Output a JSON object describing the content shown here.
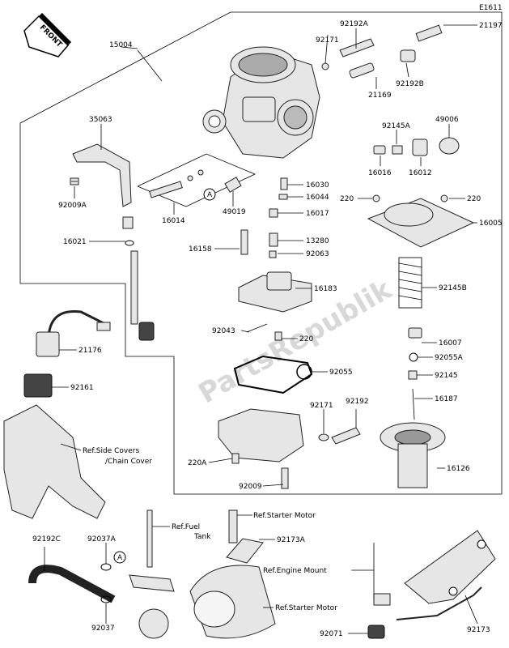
{
  "diagram_code": "E1611",
  "front_label": "FRONT",
  "watermark": "PartsRepublik",
  "callout_marker": "A",
  "labels": {
    "l15004": "15004",
    "l92171a": "92171",
    "l92192a": "92192A",
    "l21197": "21197",
    "l21169": "21169",
    "l92192b": "92192B",
    "l35063": "35063",
    "l92145a": "92145A",
    "l49006": "49006",
    "l16016": "16016",
    "l16012": "16012",
    "l92009a": "92009A",
    "l16030": "16030",
    "l16044": "16044",
    "l220a": "220",
    "l220b": "220",
    "l16014": "16014",
    "l49019": "49019",
    "l16017": "16017",
    "l16005": "16005",
    "l16021": "16021",
    "l13280": "13280",
    "l16158": "16158",
    "l92063": "92063",
    "l92145b": "92145B",
    "l16183": "16183",
    "l92043": "92043",
    "l220c": "220",
    "l16007": "16007",
    "l92055a": "92055A",
    "l21176": "21176",
    "l92055": "92055",
    "l92145": "92145",
    "l92161": "92161",
    "l16187": "16187",
    "l92171b": "92171",
    "l92192": "92192",
    "l_side": "Ref.Side Covers",
    "l_chain": "/Chain Cover",
    "l220A": "220A",
    "l16126": "16126",
    "l92009": "92009",
    "l92192c": "92192C",
    "l92037a": "92037A",
    "l_fuel1": "Ref.Fuel",
    "l_fuel2": "Tank",
    "l_starter1": "Ref.Starter Motor",
    "l92173a": "92173A",
    "l_engine": "Ref.Engine Mount",
    "l_starter2": "Ref.Starter Motor",
    "l92037": "92037",
    "l92071": "92071",
    "l92173": "92173"
  }
}
